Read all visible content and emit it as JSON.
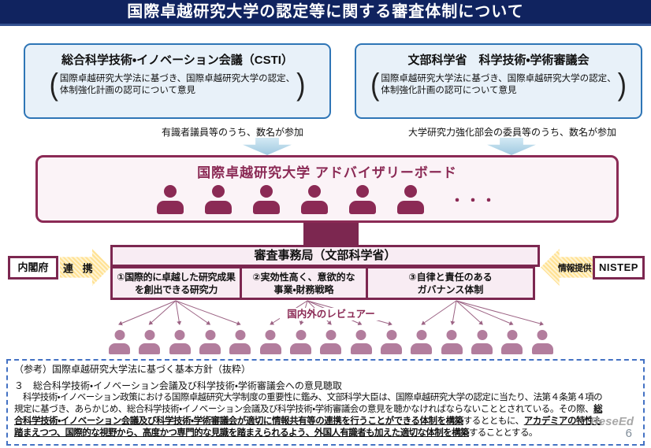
{
  "title": "国際卓越研究大学の認定等に関する審査体制について",
  "csti_box": {
    "title": "総合科学技術・イノベーション会議（CSTI）",
    "note": "国際卓越研究大学法に基づき、国際卓越研究大学の認定、\n体制強化計画の認可について意見"
  },
  "mext_box": {
    "title": "文部科学省　科学技術・学術審議会",
    "note": "国際卓越研究大学法に基づき、国際卓越研究大学の認定、\n体制強化計画の認可について意見"
  },
  "flow": {
    "left_label": "有識者議員等のうち、数名が参加",
    "right_label": "大学研究力強化部会の委員等のうち、数名が参加"
  },
  "advisory": {
    "title": "国際卓越研究大学 アドバイザリーボード",
    "member_count": 6,
    "dots": "・・・"
  },
  "secretariat": {
    "title": "審査事務局（文部科学省）",
    "items": [
      {
        "label": "①国際的に卓越した研究成果\nを創出できる研究力"
      },
      {
        "label": "②実効性高く、意欲的な\n事業・財務戦略"
      },
      {
        "label": "③自律と責任のある\nガバナンス体制"
      }
    ]
  },
  "side": {
    "naikakufu": "内閣府",
    "renkei": "連 携",
    "joho": "情報提供",
    "nistep": "NISTEP"
  },
  "reviewers": {
    "label": "国内外のレビュアー",
    "count": 15
  },
  "reference": {
    "heading": "（参考）国際卓越研究大学法に基づく基本方針（抜粋）",
    "subheading": "３　総合科学技術・イノベーション会議及び科学技術・学術審議会への意見聴取",
    "body_segments": [
      {
        "text": "　科学技術・イノベーション政策における国際卓越研究大学制度の重要性に鑑み、文部科学大臣は、国際卓越研究大学の認定に当たり、法第４条第４項の規定に基づき、あらかじめ、総合科学技術・イノベーション会議及び科学技術・学術審議会の意見を聴かなければならないこととされている。その際、",
        "bold": false
      },
      {
        "text": "総合科学技術・イノベーション会議及び科学技術・学術審議会が適切に情報共有等の連携を行うことができる体制を構築",
        "bold": true
      },
      {
        "text": "するとともに、",
        "bold": false
      },
      {
        "text": "アカデミアの特性も踏まえつつ、国際的な視野から、高度かつ専門的な見識を踏まえられるよう、外国人有識者も加えた適切な体制を構築",
        "bold": true
      },
      {
        "text": "することとする。",
        "bold": false
      }
    ]
  },
  "watermark": {
    "logo_text": "ReseEd",
    "page_number": "6"
  },
  "colors": {
    "navy": "#10235f",
    "blue_border": "#2e75b6",
    "blue_fill": "#e8f1f9",
    "maroon": "#8b2a55",
    "pink_fill": "#f8ecf3",
    "person_dark": "#8b2a55",
    "person_light": "#b27d9d",
    "yellow_arrow": "#ffe193",
    "reference_border": "#4472c4"
  }
}
